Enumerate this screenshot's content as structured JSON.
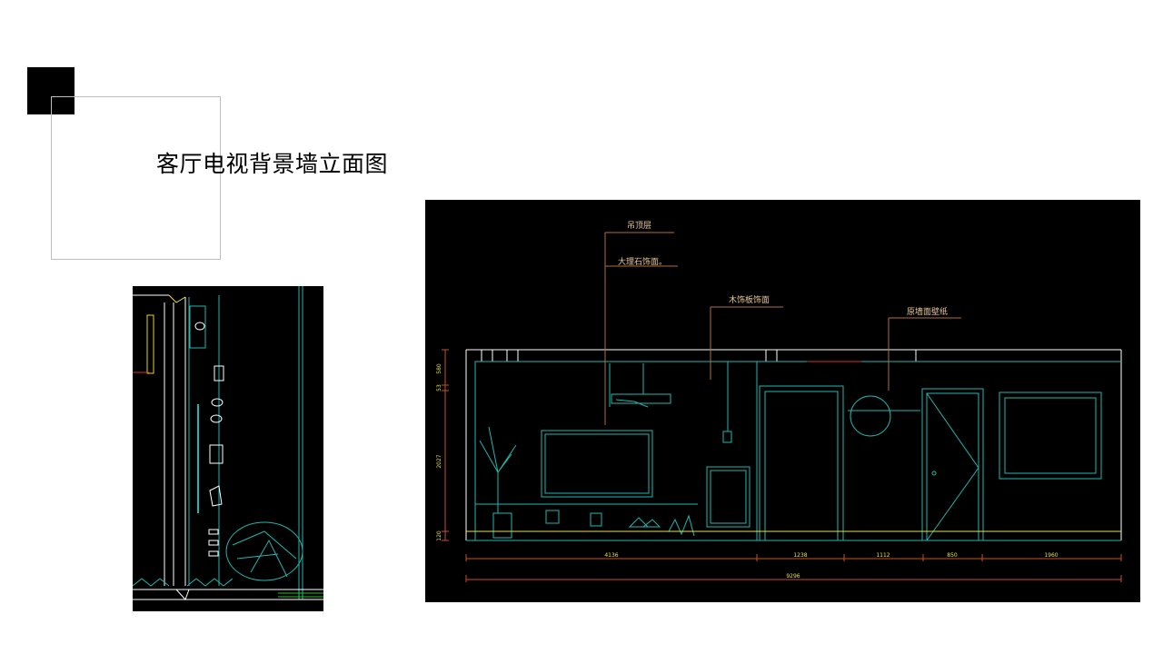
{
  "slide": {
    "title": "客厅电视背景墙立面图"
  },
  "elevation_drawing": {
    "annotations": {
      "ceiling": "吊顶层",
      "marble": "大理石饰面。",
      "wood_panel": "木饰板饰面",
      "wallpaper": "原墙面壁纸"
    },
    "horizontal_dimensions": [
      "4136",
      "1238",
      "1112",
      "850",
      "1960"
    ],
    "total_dimension": "9296",
    "vertical_dimensions": [
      "580",
      "53",
      "2027",
      "120"
    ]
  },
  "colors": {
    "cad_background": "#000000",
    "wall_lines": "#1fb7b0",
    "dimension_lines": "#c8502a",
    "dimension_text": "#e8e04a",
    "annotation_text": "#e8c89a",
    "leader_lines": "#b0703a"
  }
}
